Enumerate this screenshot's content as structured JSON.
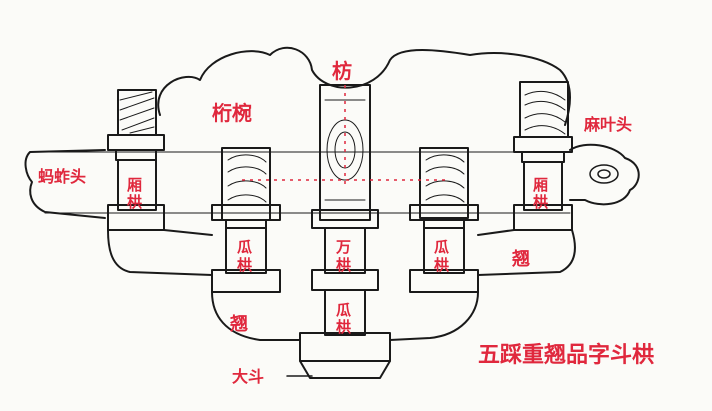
{
  "labels": {
    "fang": "枋",
    "hengyuan": "桁椀",
    "mazhatou": "蚂蚱头",
    "mayetou": "麻叶头",
    "xianggong_left": "厢栱",
    "xianggong_right": "厢栱",
    "guagong_left": "瓜栱",
    "guagong_right": "瓜栱",
    "wangong": "万栱",
    "guagong_bottom": "瓜栱",
    "qiao_left": "翘",
    "qiao_right": "翘",
    "dadou": "大斗",
    "title": "五踩重翘品字斗栱"
  },
  "colors": {
    "ink": "#1a1a1a",
    "label_red": "#e0283d",
    "paper": "#fbfbf8"
  }
}
